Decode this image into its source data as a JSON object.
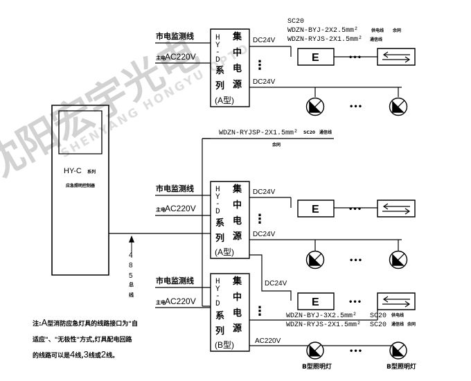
{
  "watermark": {
    "main": "沈阳宏宇光电",
    "pinyin": "SHENYANG HONGYU OPTO"
  },
  "controller": {
    "model": "HY-C",
    "model_suffix": "系列",
    "name": "应急照明控制器"
  },
  "bus": {
    "label_chars": [
      "4",
      "8",
      "5",
      "总",
      "线"
    ]
  },
  "power_units": [
    {
      "series_chars": [
        "H",
        "Y",
        "-",
        "D"
      ],
      "main_chars": [
        "集",
        "中",
        "电",
        "源"
      ],
      "sub_chars": [
        "系",
        "列"
      ],
      "type_label": "(A型)",
      "mains_monitor": "市电监测线",
      "mains_input_prefix": "主电",
      "mains_input_value": "AC220V",
      "out_top": "DC24V",
      "out_bottom": "DC24V"
    },
    {
      "series_chars": [
        "H",
        "Y",
        "-",
        "D"
      ],
      "main_chars": [
        "集",
        "中",
        "电",
        "源"
      ],
      "sub_chars": [
        "系",
        "列"
      ],
      "type_label": "(A型)",
      "mains_monitor": "市电监测线",
      "mains_input_prefix": "主电",
      "mains_input_value": "AC220V",
      "out_top": "DC24V",
      "out_bottom": "DC24V"
    },
    {
      "series_chars": [
        "H",
        "Y",
        "-",
        "D"
      ],
      "main_chars": [
        "集",
        "中",
        "电",
        "源"
      ],
      "sub_chars": [
        "系",
        "列"
      ],
      "type_label": "(B型)",
      "mains_monitor": "市电监测线",
      "mains_input_prefix": "主电",
      "mains_input_value": "AC220V",
      "out_top": "DC24V",
      "out_bottom": "AC220V"
    }
  ],
  "exit_sign_letter": "E",
  "ellipsis": "•••",
  "vdots": "⋮",
  "cables": {
    "top_conduit": "SC20",
    "top_power": "WDZN-BYJ-2X2.5mm²",
    "top_power_note": "供电线",
    "top_power_note2": "余同",
    "top_comm": "WDZN-RYJS-2X1.5mm²",
    "top_comm_note": "通信线",
    "bus_cable": "WDZN-RYJSP-2X1.5mm²",
    "bus_conduit": "SC20",
    "bus_note": "通信线",
    "bus_note2": "余同",
    "bot_power": "WDZN-BYJ-3X2.5mm²",
    "bot_power_conduit": "SC20",
    "bot_power_note": "供电线",
    "bot_comm": "WDZN-RYJS-2X1.5mm²",
    "bot_comm_conduit": "SC20",
    "bot_comm_note": "通信线",
    "bot_comm_note2": "余同"
  },
  "b_lamp_label": "B型照明灯",
  "notes": {
    "line1_prefix": "注:",
    "line1_a": "A",
    "line1_rest": "型消防应急灯具的线路接口为\"自",
    "line2": "适应\"、\"无极性\"方式,灯具配电回路",
    "line3_a": "的线路可以是",
    "line3_4": "4",
    "line3_b": "线,",
    "line3_3": "3",
    "line3_c": "线或",
    "line3_2": "2",
    "line3_d": "线。"
  }
}
